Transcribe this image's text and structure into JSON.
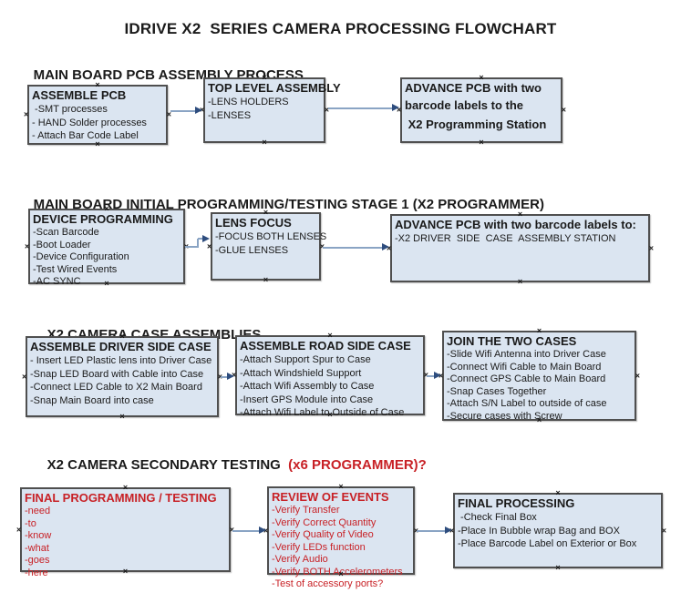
{
  "title": "IDRIVE X2  SERIES CAMERA PROCESSING FLOWCHART",
  "colors": {
    "box_fill": "#dbe5f1",
    "box_border": "#4f4f4f",
    "red_text": "#c82126",
    "arrow_line": "#8aa4c4",
    "arrow_head": "#2e4d7e"
  },
  "sections": [
    {
      "heading": "MAIN BOARD PCB ASSEMBLY PROCESS",
      "heading_red": "",
      "boxes": [
        {
          "title": "ASSEMBLE PCB",
          "items": [
            " -SMT processes",
            "- HAND Solder processes",
            "- Attach Bar Code Label"
          ]
        },
        {
          "title": "TOP LEVEL ASSEMBLY",
          "items": [
            "-LENS HOLDERS",
            "-LENSES"
          ]
        },
        {
          "title": "ADVANCE PCB with two",
          "items": [
            "barcode labels to the",
            " X2 Programming Station"
          ]
        }
      ]
    },
    {
      "heading": "MAIN BOARD INITIAL PROGRAMMING/TESTING STAGE 1 (X2 PROGRAMMER)",
      "heading_red": "",
      "boxes": [
        {
          "title": "DEVICE PROGRAMMING",
          "items": [
            "-Scan Barcode",
            "-Boot Loader",
            "-Device Configuration",
            "-Test Wired Events",
            "-AC SYNC"
          ]
        },
        {
          "title": "LENS FOCUS",
          "items": [
            "-FOCUS BOTH LENSES",
            "-GLUE LENSES"
          ]
        },
        {
          "title": "ADVANCE PCB with two barcode labels to:",
          "items": [
            "-X2 DRIVER  SIDE  CASE  ASSEMBLY STATION"
          ]
        }
      ]
    },
    {
      "heading": "X2 CAMERA CASE ASSEMBLIES",
      "heading_red": "",
      "boxes": [
        {
          "title": "ASSEMBLE DRIVER SIDE CASE",
          "items": [
            "- Insert LED Plastic lens into Driver Case",
            "-Snap LED Board with Cable into Case",
            "-Connect LED Cable to X2 Main Board",
            "-Snap Main Board into case"
          ]
        },
        {
          "title": "ASSEMBLE ROAD SIDE CASE",
          "items": [
            "-Attach Support Spur to Case",
            "-Attach Windshield Support",
            "-Attach Wifi Assembly to Case",
            "-Insert GPS Module into Case",
            "-Attach Wifi Label to Outside of Case"
          ]
        },
        {
          "title": "JOIN THE TWO CASES",
          "items": [
            "-Slide Wifi Antenna into Driver Case",
            "-Connect Wifi Cable to Main Board",
            "-Connect GPS Cable to Main Board",
            "-Snap Cases Together",
            "-Attach S/N Label to outside of case",
            "-Secure cases with Screw"
          ]
        }
      ]
    },
    {
      "heading": "X2 CAMERA SECONDARY TESTING ",
      "heading_red": " (x6 PROGRAMMER)?",
      "boxes": [
        {
          "title": "FINAL PROGRAMMING / TESTING",
          "items": [
            "-need",
            "-to",
            "-know",
            "-what",
            "-goes",
            "-here"
          ]
        },
        {
          "title": "REVIEW OF EVENTS",
          "items": [
            "-Verify Transfer",
            "-Verify Correct Quantity",
            "-Verify Quality of Video",
            "-Verify LEDs function",
            "-Verify Audio",
            "-Verify BOTH Accelerometers",
            "-Test of accessory ports?"
          ]
        },
        {
          "title": "FINAL PROCESSING",
          "items": [
            " -Check Final Box",
            "-Place In Bubble wrap Bag and BOX",
            "-Place Barcode Label on Exterior or Box"
          ]
        }
      ]
    }
  ],
  "handle_glyph": "×"
}
